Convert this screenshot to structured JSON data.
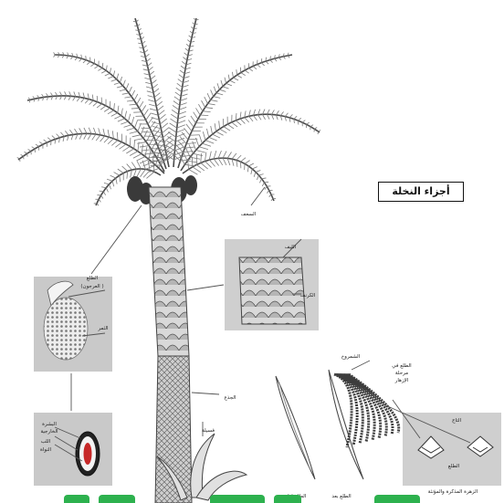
{
  "title": "أجزاء النخلة",
  "labels": {
    "fronds": "السعف",
    "spathe_herringbone": "الطلع",
    "spathe_bracket": "( العرجون)",
    "fruit": "الثمر",
    "leaf_base": "الليف",
    "kurnaf": "الكرنف",
    "trunk": "الجذع",
    "offshoot": "فسيلة",
    "stalk": "الشمروخ",
    "outer_skin_1": "البشرة",
    "outer_skin_2": "الخارجية",
    "flesh": "اللب",
    "seed": "النواة",
    "spathe_flowering_1": "الطلع في",
    "spathe_flowering_2": "مرحلة",
    "spathe_flowering_3": "الإزهار",
    "spathe_before": "الطلع قبل",
    "spathe_after": "الطلع بعد",
    "pollen": "الطلع",
    "ovary": "التاج",
    "flowers": "الزهرة المذكرة والمؤنثة"
  },
  "colors": {
    "ink": "#333333",
    "panel": "#c9c9c9",
    "trunk_dark": "#5a5a5a",
    "fruit": "#3a3a3a",
    "watermark": "#2db14e"
  }
}
